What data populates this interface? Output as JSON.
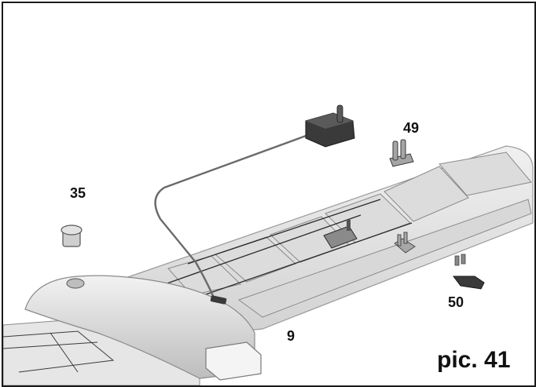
{
  "figure": {
    "caption": "pic. 41",
    "part_labels": {
      "servo_horn": "49",
      "cap": "35",
      "clevis": "50",
      "wing": "9"
    }
  },
  "colors": {
    "border": "#1a1a1a",
    "wing_fill": "#e4e4e4",
    "panel_fill": "#d6d6d6",
    "servo_body": "#3a3a3a",
    "wire": "#666666"
  }
}
